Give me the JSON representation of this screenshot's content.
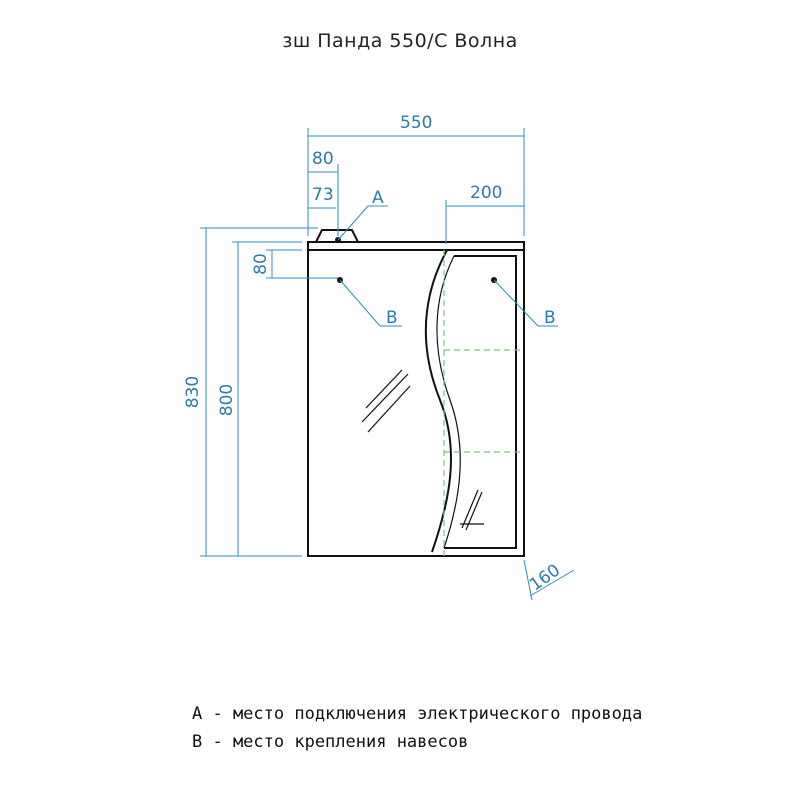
{
  "title": "зш Панда 550/С Волна",
  "dimensions": {
    "overall_width": "550",
    "offset_80_top": "80",
    "offset_73": "73",
    "right_section": "200",
    "height_80": "80",
    "total_height": "830",
    "body_height": "800",
    "depth": "160"
  },
  "callouts": {
    "a_label": "A",
    "b_label_left": "B",
    "b_label_right": "B"
  },
  "legend": {
    "line_a": "A - место подключения электрического провода",
    "line_b": "B - место крепления навесов"
  },
  "colors": {
    "dimension": "#2a8fc0",
    "outline": "#111111",
    "hidden_lines": "#7ac77a"
  }
}
